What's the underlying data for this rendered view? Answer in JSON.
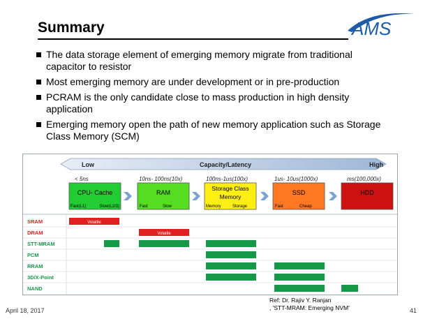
{
  "slide": {
    "title": "Summary",
    "logo_text": "AMS",
    "bullets": [
      "The data storage element of emerging memory  migrate from traditional capacitor to resistor",
      "Most emerging memory are under development  or in pre-production",
      "PCRAM is the only candidate close to mass production in high density application",
      "Emerging memory open the path of new memory application such as Storage Class Memory (SCM)"
    ],
    "footer_date": "April 18, 2017",
    "page_number": "41",
    "reference_line1": "Ref: Dr. Rajiv Y. Ranjan",
    "reference_line2": ", 'STT-MRAM: Emerging NVM'"
  },
  "diagram": {
    "axis_low": "Low",
    "axis_label": "Capacity/Latency",
    "axis_high": "High",
    "tiers": [
      {
        "latency": "< 5ns",
        "name": "CPU- Cache",
        "left": "Fast(L1)",
        "right": "Slow(L2/3)",
        "color": "#22cc33"
      },
      {
        "latency": "10ns- 100ns(10x)",
        "name": "RAM",
        "left": "Fast",
        "right": "Slow",
        "color": "#55dd22"
      },
      {
        "latency": "100ns-1us(100x)",
        "name": "Storage Class Memory",
        "left": "Memory",
        "right": "Storage",
        "color": "#ffee11"
      },
      {
        "latency": "1us- 10us(1000x)",
        "name": "SSD",
        "left": "Fast",
        "right": "Cheap",
        "color": "#ff7722"
      },
      {
        "latency": "ms(100,000x)",
        "name": "HDD",
        "left": "",
        "right": "",
        "color": "#cc1111"
      }
    ],
    "rows": [
      {
        "name": "SRAM",
        "color": "#e02020"
      },
      {
        "name": "DRAM",
        "color": "#e02020"
      },
      {
        "name": "STT-MRAM",
        "color": "#169a4a"
      },
      {
        "name": "PCM",
        "color": "#169a4a"
      },
      {
        "name": "RRAM",
        "color": "#169a4a"
      },
      {
        "name": "3D/X-Point",
        "color": "#169a4a"
      },
      {
        "name": "NAND",
        "color": "#169a4a"
      }
    ],
    "volatile_label": "Volatile"
  }
}
